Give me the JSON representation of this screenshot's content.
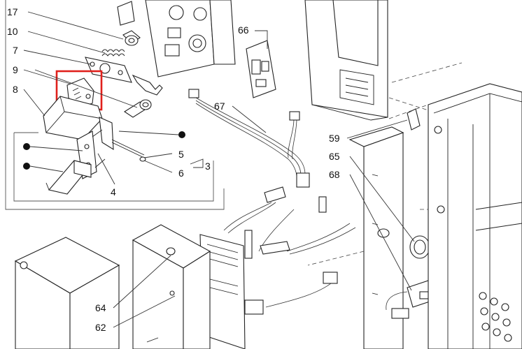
{
  "labels": {
    "l17": "17",
    "l10": "10",
    "l7": "7",
    "l9": "9",
    "l8": "8",
    "l5": "5",
    "l6": "6",
    "l3": "3",
    "l4": "4",
    "l66": "66",
    "l67": "67",
    "l59": "59",
    "l65": "65",
    "l68": "68",
    "l64": "64",
    "l62": "62"
  },
  "highlight_color": "#e0201c"
}
